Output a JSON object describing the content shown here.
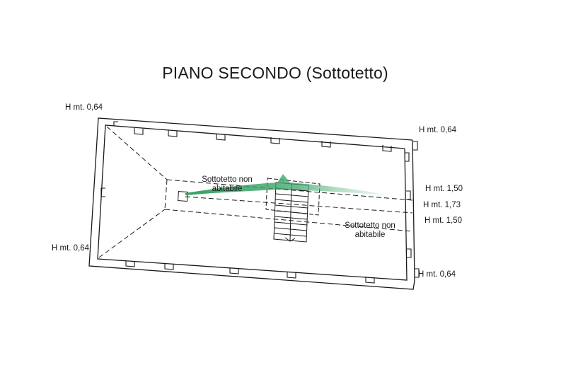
{
  "title": "PIANO SECONDO (Sottotetto)",
  "heights": {
    "top_left": "H mt. 0,64",
    "top_right": "H mt. 0,64",
    "bottom_left": "H mt. 0,64",
    "bottom_right": "H mt. 0,64",
    "right_upper": "H mt. 1,50",
    "right_middle": "H mt. 1,73",
    "right_lower": "H mt. 1,50"
  },
  "zones": {
    "upper_line1": "Sottotetto non",
    "upper_line2": "abitabile",
    "lower_line1": "Sottotetto non",
    "lower_line2": "abitabile"
  },
  "colors": {
    "lines": "#1a1a1a",
    "arrow": "#3aa56a"
  }
}
